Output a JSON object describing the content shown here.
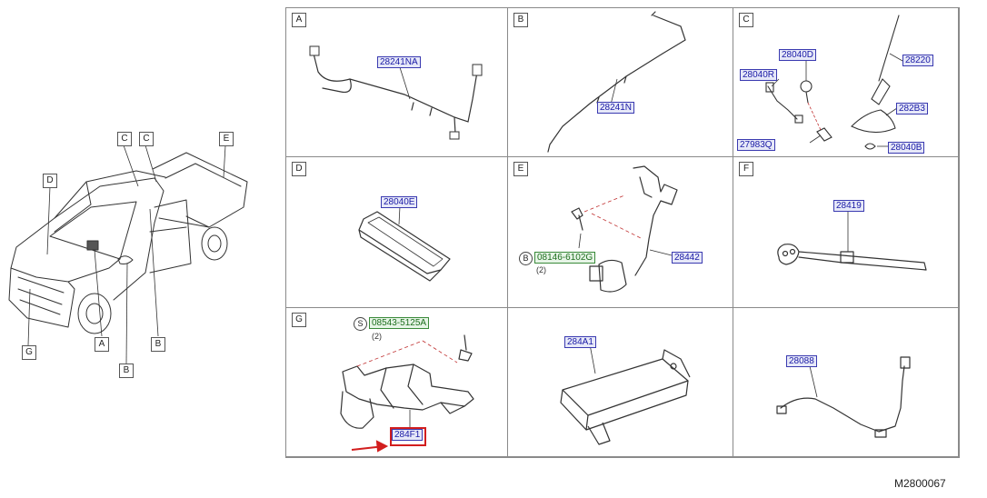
{
  "diagram_code": "M2800067",
  "overview_labels": {
    "top": [
      "C",
      "C",
      "E"
    ],
    "left": "D",
    "bottom": [
      "G",
      "A",
      "B",
      "B"
    ]
  },
  "cells": [
    {
      "letter": "A",
      "parts": [
        {
          "number": "28241NA"
        }
      ]
    },
    {
      "letter": "B",
      "parts": [
        {
          "number": "28241N"
        }
      ]
    },
    {
      "letter": "C",
      "parts": [
        {
          "number": "28040D"
        },
        {
          "number": "28220"
        },
        {
          "number": "28040R"
        },
        {
          "number": "282B3"
        },
        {
          "number": "27983Q"
        },
        {
          "number": "28040B"
        }
      ]
    },
    {
      "letter": "D",
      "parts": [
        {
          "number": "28040E"
        }
      ]
    },
    {
      "letter": "E",
      "parts": [
        {
          "number": "08146-6102G",
          "prefix": "B",
          "qty": "(2)"
        },
        {
          "number": "28442"
        }
      ]
    },
    {
      "letter": "F",
      "parts": [
        {
          "number": "28419"
        }
      ]
    },
    {
      "letter": "G",
      "parts": [
        {
          "number": "08543-5125A",
          "prefix": "S",
          "qty": "(2)"
        },
        {
          "number": "284F1",
          "highlighted": true
        }
      ]
    },
    {
      "letter": "",
      "parts": [
        {
          "number": "284A1"
        }
      ]
    },
    {
      "letter": "",
      "parts": [
        {
          "number": "28088"
        }
      ]
    }
  ],
  "colors": {
    "part_label": "#1a1aa6",
    "fastener_label": "#1d6e1d",
    "highlight": "#d21e1e"
  }
}
